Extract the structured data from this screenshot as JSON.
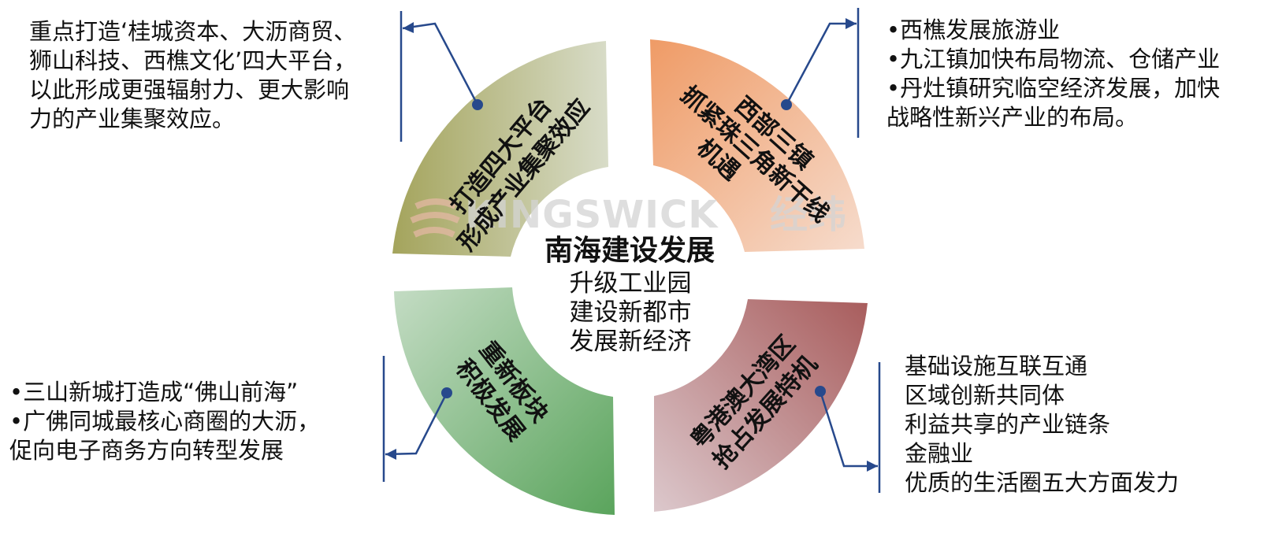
{
  "colors": {
    "q1": [
      "#a4a45c",
      "#d8dcc8"
    ],
    "q2": [
      "#ef9b66",
      "#f6dccd"
    ],
    "q3": [
      "#c4dcc4",
      "#5aa45c"
    ],
    "q4": [
      "#dcc8cc",
      "#a85c5c"
    ],
    "connector": "#27498c",
    "watermark": "#d4d4d4"
  },
  "watermark": {
    "latin": "KINGSWICK",
    "chinese": "经纬"
  },
  "center": {
    "title": "南海建设发展",
    "lines": [
      "升级工业园",
      "建设新都市",
      "发展新经济"
    ]
  },
  "segments": {
    "q1": {
      "lines": [
        "打造四大平台",
        "形成产业集聚效应"
      ]
    },
    "q2": {
      "lines": [
        "西部三镇",
        "抓紧珠三角新干线",
        "机遇"
      ]
    },
    "q3": {
      "lines": [
        "重新板块",
        "积极发展"
      ]
    },
    "q4": {
      "lines": [
        "粤港澳大湾区",
        "抢占发展特机"
      ]
    }
  },
  "notes": {
    "top_left": [
      "重点打造‘桂城资本、大沥商贸、",
      "狮山科技、西樵文化’四大平台，",
      "以此形成更强辐射力、更大影响",
      "力的产业集聚效应。"
    ],
    "top_right": [
      "•西樵发展旅游业",
      "•九江镇加快布局物流、仓储产业",
      "•丹灶镇研究临空经济发展，加快",
      "战略性新兴产业的布局。"
    ],
    "bottom_left": [
      "•三山新城打造成“佛山前海”",
      "•广佛同城最核心商圈的大沥，",
      "促向电子商务方向转型发展"
    ],
    "bottom_right": [
      "基础设施互联互通",
      "区域创新共同体",
      "利益共享的产业链条",
      "金融业",
      "优质的生活圈五大方面发力"
    ]
  }
}
